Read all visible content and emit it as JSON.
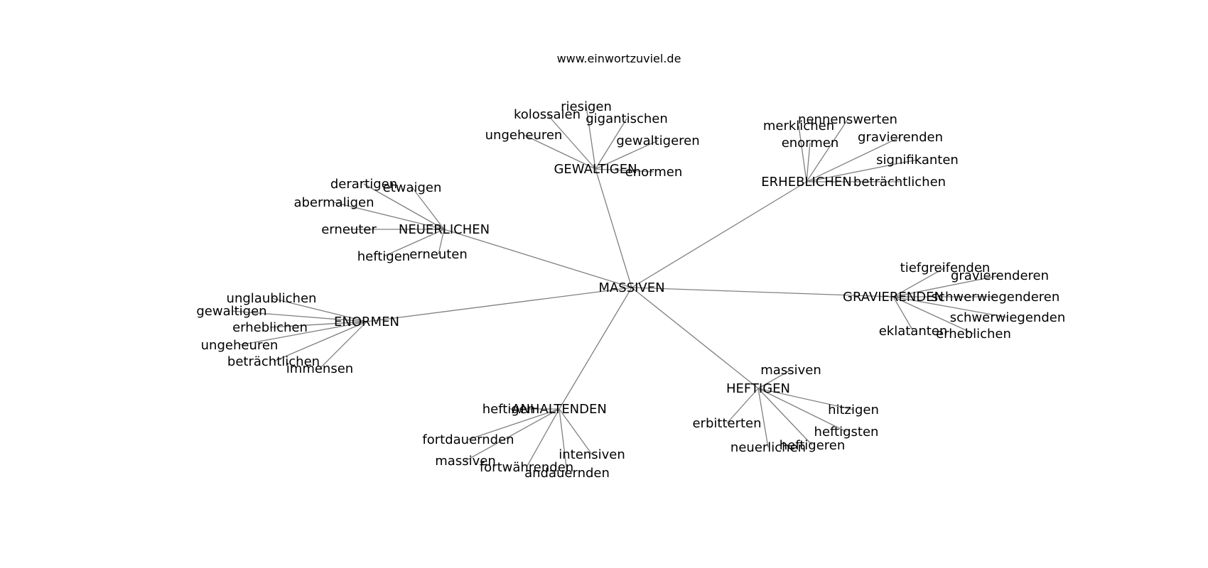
{
  "title": "www.einwortzuviel.de",
  "edge_color": "#808080",
  "root": "MASSIVEN",
  "hubs": [
    {
      "label": "GEWALTIGEN",
      "words": [
        "kolossalen",
        "riesigen",
        "gigantischen",
        "ungeheuren",
        "gewaltigeren",
        "enormen"
      ]
    },
    {
      "label": "ERHEBLICHEN",
      "words": [
        "merklichen",
        "nennenswerten",
        "enormen",
        "gravierenden",
        "signifikanten",
        "beträchtlichen"
      ]
    },
    {
      "label": "NEUERLICHEN",
      "words": [
        "derartigen",
        "etwaigen",
        "abermaligen",
        "erneuter",
        "heftigen",
        "erneuten"
      ]
    },
    {
      "label": "GRAVIERENDEN",
      "words": [
        "tiefgreifenden",
        "gravierenderen",
        "schwerwiegenderen",
        "schwerwiegenden",
        "eklatanten",
        "erheblichen"
      ]
    },
    {
      "label": "ENORMEN",
      "words": [
        "unglaublichen",
        "gewaltigen",
        "erheblichen",
        "ungeheuren",
        "beträchtlichen",
        "immensen"
      ]
    },
    {
      "label": "HEFTIGEN",
      "words": [
        "massiven",
        "hitzigen",
        "erbitterten",
        "heftigsten",
        "neuerlichen",
        "heftigeren"
      ]
    },
    {
      "label": "ANHALTENDEN",
      "words": [
        "heftigen",
        "fortdauernden",
        "intensiven",
        "massiven",
        "fortwährenden",
        "andauernden"
      ]
    }
  ]
}
